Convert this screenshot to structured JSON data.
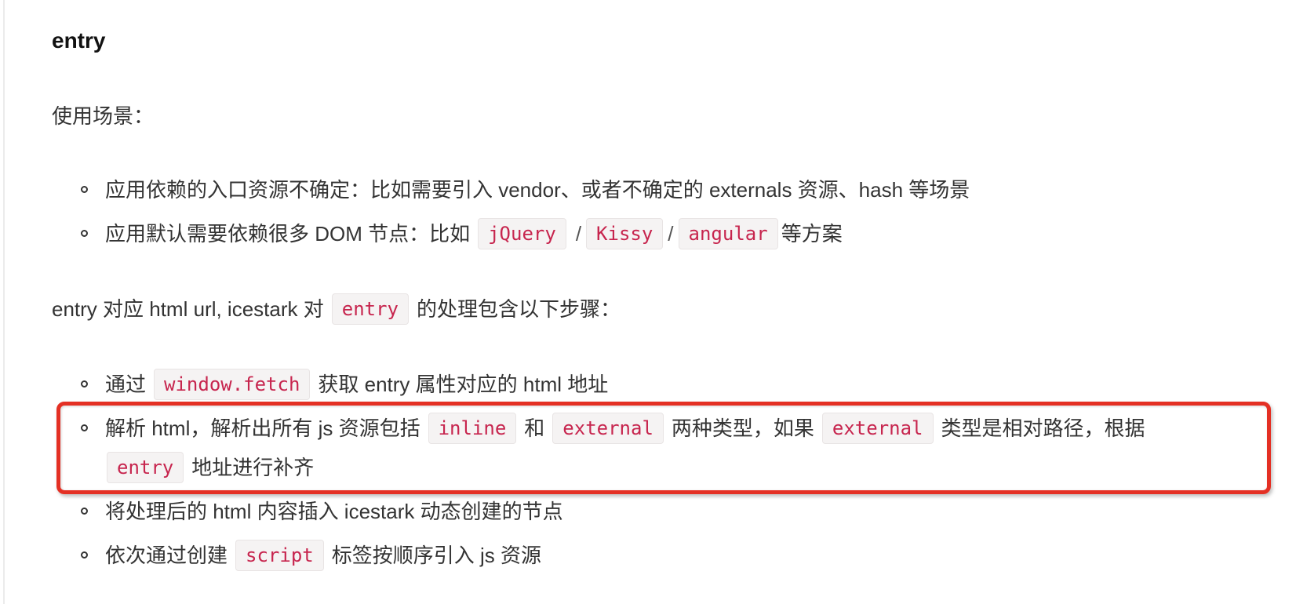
{
  "heading": "entry",
  "usage": {
    "label": "使用场景：",
    "items": [
      {
        "text": "应用依赖的入口资源不确定：比如需要引入 vendor、或者不确定的 externals 资源、hash 等场景"
      },
      {
        "prefix": "应用默认需要依赖很多 DOM 节点：比如",
        "codes": [
          "jQuery",
          "Kissy",
          "angular"
        ],
        "separator": "/",
        "suffix": "等方案"
      }
    ]
  },
  "steps_intro": {
    "prefix": "entry 对应 html url, icestark 对",
    "code": "entry",
    "suffix": "的处理包含以下步骤："
  },
  "steps": [
    {
      "prefix": "通过",
      "code": "window.fetch",
      "suffix": "获取 entry 属性对应的 html 地址"
    },
    {
      "prefix": "解析 html，解析出所有 js 资源包括",
      "code1": "inline",
      "mid1": "和",
      "code2": "external",
      "mid2": "两种类型，如果",
      "code3": "external",
      "mid3": "类型是相对路径，根据",
      "code4": "entry",
      "suffix": "地址进行补齐",
      "highlighted": true
    },
    {
      "text": "将处理后的 html 内容插入 icestark 动态创建的节点"
    },
    {
      "prefix": "依次通过创建",
      "code": "script",
      "suffix": "标签按顺序引入 js 资源"
    }
  ],
  "colors": {
    "code_text": "#c7254e",
    "code_bg": "#f5f3f3",
    "highlight_border": "#e43024",
    "body_text": "#333333",
    "heading_text": "#111111"
  }
}
